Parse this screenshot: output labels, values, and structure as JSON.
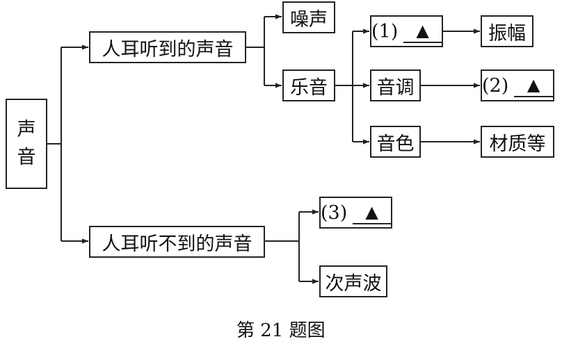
{
  "nodes": {
    "root": [
      "声",
      "音"
    ],
    "audible": "人耳听到的声音",
    "inaudible": "人耳听不到的声音",
    "noise": "噪声",
    "musical": "乐音",
    "blank1_num": "(1)",
    "pitch": "音调",
    "timbre": "音色",
    "amplitude": "振幅",
    "blank2_num": "(2)",
    "material": "材质等",
    "blank3_num": "(3)",
    "infrasound": "次声波"
  },
  "blank_symbol": "▲",
  "caption": "第 21 题图"
}
